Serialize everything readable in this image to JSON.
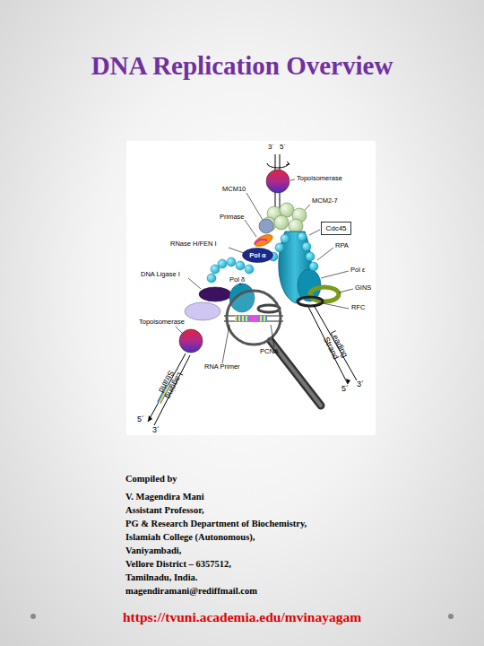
{
  "diagram": {
    "title": "DNA Replication Overview",
    "nodes": [
      {
        "text": [
          "Cdc45"
        ]
      },
      {
        "text": [
          "Pol α"
        ]
      }
    ],
    "labels": [
      "3´",
      "5´",
      "Topoisomerase",
      "MCM10",
      "MCM2-7",
      "Primase",
      "RNase H/FEN I",
      "RPA",
      "DNA Ligase I",
      "Pol δ",
      "Pol ε",
      "GINS",
      "RFC",
      "Topoisomerase",
      "PCNA",
      "Leading Strand",
      "RNA Primer",
      "Lagging Strand",
      "5´",
      "3´",
      "5´",
      "3´",
      "Compiled by",
      "V. Magendira Mani",
      "Assistant Professor,",
      "PG & Research Department of Biochemistry,",
      "Islamiah College (Autonomous),",
      "Vaniyambadi,",
      "Vellore District – 6357512,",
      "Tamilnadu, India.",
      "magendiramani@rediffmail.com",
      "https://tvuni.academia.edu/mvinayagam"
    ]
  }
}
